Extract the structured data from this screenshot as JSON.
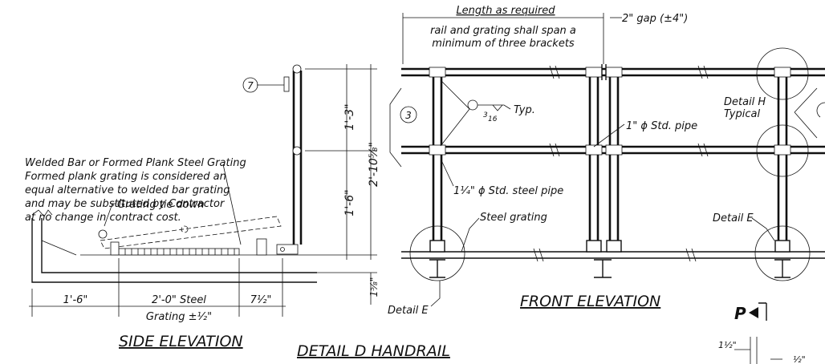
{
  "titles": {
    "side": "SIDE ELEVATION",
    "front": "FRONT ELEVATION",
    "detail": "DETAIL D HANDRAIL"
  },
  "notes": {
    "grating_1": "Welded Bar or Formed Plank Steel Grating",
    "grating_2": "Formed plank grating is considered an",
    "grating_3": "equal alternative to welded bar grating",
    "grating_4": "and may be substituted by Contractor",
    "grating_5": "at no change in contract cost."
  },
  "labels": {
    "grating_tie_down": "Grating tie down",
    "length_as_required": "Length as required",
    "span_1": "rail and grating shall span a",
    "span_2": "minimum of three brackets",
    "gap": "2\" gap (±4\")",
    "typ": "Typ.",
    "std_pipe": "1\" ϕ Std. pipe",
    "steel_pipe": "1¹⁄₄\" ϕ Std. steel pipe",
    "steel_grating": "Steel grating",
    "detail_h_1": "Detail H",
    "detail_h_2": "Typical",
    "detail_e_right": "Detail E",
    "detail_e_left": "Detail E",
    "section_mark": "P",
    "weld": "3",
    "weld_den": "16"
  },
  "callouts": {
    "c7": "7",
    "c3": "3"
  },
  "dims": {
    "d1_3": "1'-3\"",
    "d1_6": "1'-6\"",
    "d2_10": "2'-10⁵⁄₈\"",
    "d15_8": "1⁵⁄₈\"",
    "b1_6": "1'-6\"",
    "b2_0": "2'-0\" Steel",
    "b_grating": "Grating ±¹⁄₂\"",
    "b7_half": "7¹⁄₂\"",
    "p1_half": "1¹⁄₂\"",
    "p_half": "¹⁄₂\""
  }
}
